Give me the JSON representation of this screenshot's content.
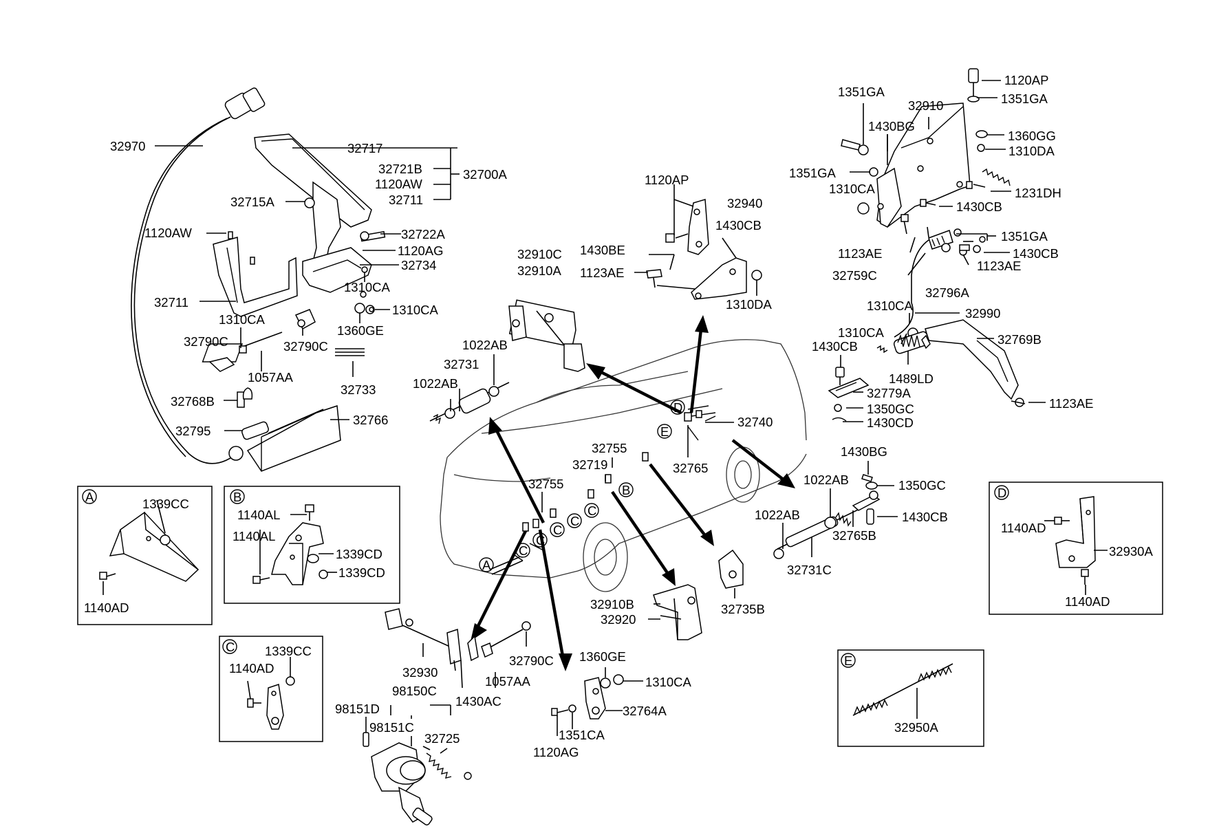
{
  "labels": {
    "l32970": "32970",
    "l32717": "32717",
    "l32721B": "32721B",
    "l32700A": "32700A",
    "l1120AW_a": "1120AW",
    "l32711_a": "32711",
    "l32715A": "32715A",
    "l1120AW_b": "1120AW",
    "l32722A": "32722A",
    "l1120AG_a": "1120AG",
    "l32734": "32734",
    "l1310CA_a": "1310CA",
    "l32711_b": "32711",
    "l1310CA_b": "1310CA",
    "l1310CA_c": "1310CA",
    "l1360GE_a": "1360GE",
    "l32790C_a": "32790C",
    "l32790C_b": "32790C",
    "l1057AA_a": "1057AA",
    "l32733": "32733",
    "l32768B": "32768B",
    "l32766": "32766",
    "l32795": "32795",
    "l32910C": "32910C",
    "l32910A": "32910A",
    "l1022AB_a": "1022AB",
    "l32731": "32731",
    "l1022AB_b": "1022AB",
    "l1120AP_a": "1120AP",
    "l32940": "32940",
    "l1430CB_a": "1430CB",
    "l1430BE": "1430BE",
    "l1123AE_a": "1123AE",
    "l1310DA_a": "1310DA",
    "l32740": "32740",
    "l32765": "32765",
    "l32755_a": "32755",
    "l32719": "32719",
    "l32755_b": "32755",
    "l1120AP_b": "1120AP",
    "l1351GA_a": "1351GA",
    "l32910": "32910",
    "l1351GA_b": "1351GA",
    "l1430BG_a": "1430BG",
    "l1360GG": "1360GG",
    "l1310DA_b": "1310DA",
    "l1351GA_c": "1351GA",
    "l1310CA_d": "1310CA",
    "l1231DH": "1231DH",
    "l1430CB_b": "1430CB",
    "l1351GA_d": "1351GA",
    "l1123AE_b": "1123AE",
    "l1430CB_c": "1430CB",
    "l32759C": "32759C",
    "l1123AE_c": "1123AE",
    "l32796A": "32796A",
    "l1310CA_e": "1310CA",
    "l32990": "32990",
    "l1310CA_f": "1310CA",
    "l32769B": "32769B",
    "l1430CB_d": "1430CB",
    "l1489LD": "1489LD",
    "l32779A": "32779A",
    "l1350GC_a": "1350GC",
    "l1123AE_d": "1123AE",
    "l1430CD": "1430CD",
    "l1430BG_b": "1430BG",
    "l1022AB_c": "1022AB",
    "l1350GC_b": "1350GC",
    "l1022AB_d": "1022AB",
    "l1430CB_e": "1430CB",
    "l32765B": "32765B",
    "l32731C": "32731C",
    "l32735B": "32735B",
    "l32910B": "32910B",
    "l32920": "32920",
    "l32930": "32930",
    "l32790C_c": "32790C",
    "l98150C": "98150C",
    "l1057AA_b": "1057AA",
    "l1430AC": "1430AC",
    "l98151D": "98151D",
    "l98151C": "98151C",
    "l32725": "32725",
    "l1360GE_b": "1360GE",
    "l1310CA_g": "1310CA",
    "l32764A": "32764A",
    "l1120AG_b": "1120AG",
    "l1351CA": "1351CA",
    "l1339CC_A": "1339CC",
    "l1140AD_A": "1140AD",
    "l1140AL_a": "1140AL",
    "l1140AL_b": "1140AL",
    "l1339CD_a": "1339CD",
    "l1339CD_b": "1339CD",
    "l1339CC_C": "1339CC",
    "l1140AD_C": "1140AD",
    "l1140AD_D1": "1140AD",
    "l32930A": "32930A",
    "l1140AD_D2": "1140AD",
    "l32950A": "32950A"
  },
  "callouts": {
    "A": "A",
    "B": "B",
    "C": "C",
    "D": "D",
    "E": "E",
    "A2": "A",
    "B2": "B",
    "D2": "D",
    "E2": "E",
    "C1": "C",
    "C2": "C",
    "C3": "C",
    "C4": "C",
    "C5": "C"
  }
}
